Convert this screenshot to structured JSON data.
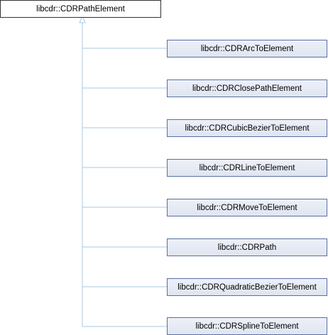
{
  "diagram": {
    "base_class": "libcdr::CDRPathElement",
    "derived_classes": [
      "libcdr::CDRArcToElement",
      "libcdr::CDRClosePathElement",
      "libcdr::CDRCubicBezierToElement",
      "libcdr::CDRLineToElement",
      "libcdr::CDRMoveToElement",
      "libcdr::CDRPath",
      "libcdr::CDRQuadraticBezierToElement",
      "libcdr::CDRSplineToElement"
    ]
  },
  "colors": {
    "connector": "#a9c9e3",
    "node_border": "#5b6fa3",
    "base_border": "#333333"
  }
}
